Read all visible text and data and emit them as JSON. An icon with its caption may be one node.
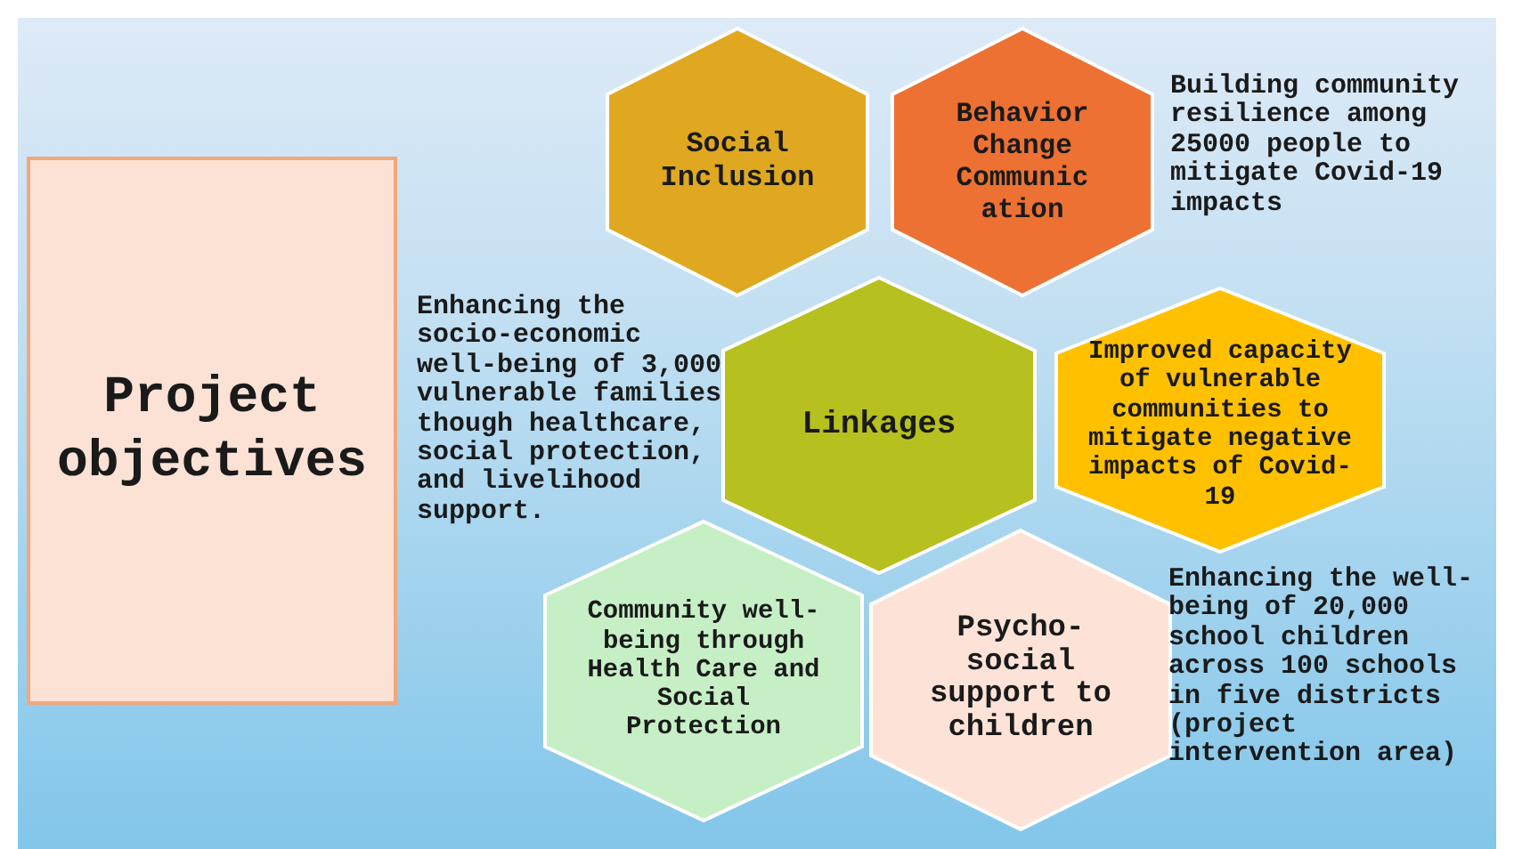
{
  "diagram": {
    "nodes": [
      {
        "text": [
          "Project objectives"
        ]
      },
      {
        "text": [
          "Social Inclusion"
        ]
      },
      {
        "text": [
          "Behavior Change Communic ation"
        ]
      },
      {
        "text": [
          "Linkages"
        ]
      },
      {
        "text": [
          "Improved capacity of vulnerable communities to mitigate negative impacts of Covid-19"
        ]
      },
      {
        "text": [
          "Community well-being through Health Care and Social Protection"
        ]
      },
      {
        "text": [
          "Psycho-social support to children"
        ]
      }
    ],
    "labels": [
      "Building community resilience among 25000 people to mitigate Covid-19 impacts",
      "Enhancing the socio-economic well-being of 3,000 vulnerable families though healthcare, social protection, and livelihood support.",
      "Enhancing the well-being of 20,000 school children across 100 schools in five districts (project intervention area)"
    ]
  }
}
